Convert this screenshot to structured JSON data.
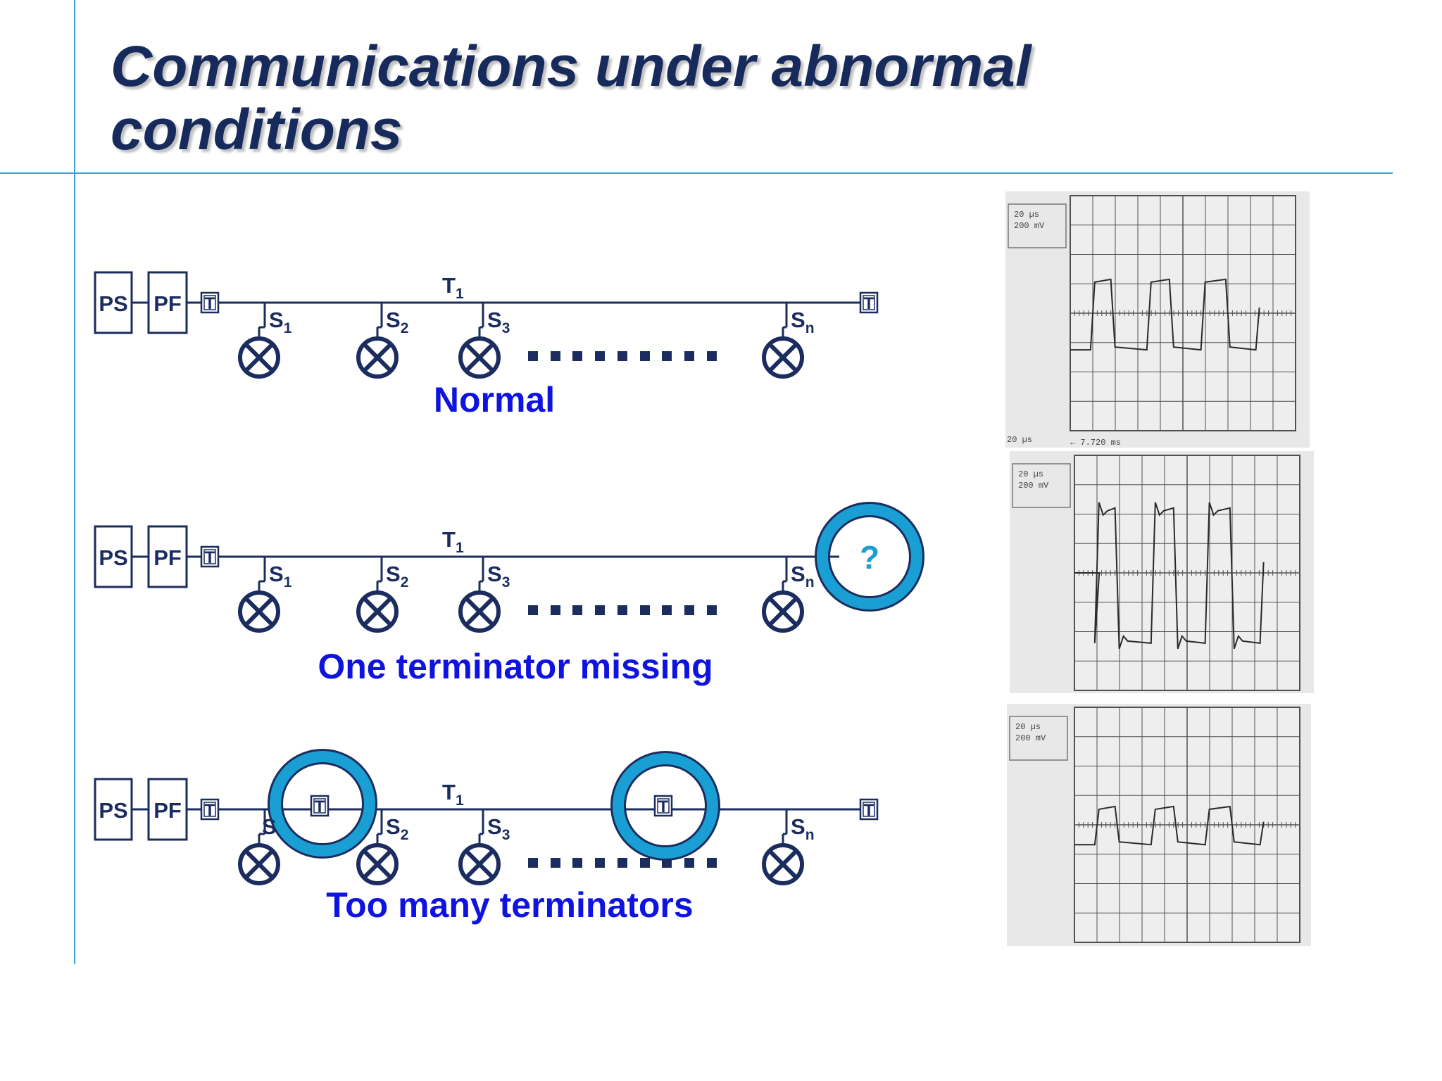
{
  "title_lines": [
    "Communications under abnormal",
    "conditions"
  ],
  "colors": {
    "navy": "#1b2d5e",
    "accent": "#1a9fd4",
    "caption": "#0f13e0",
    "rule": "#3ba3d0",
    "scope_bg": "#e8e8e8",
    "scope_grid": "#505050",
    "trace": "#2a2a2a"
  },
  "labels": {
    "ps": "PS",
    "pf": "PF",
    "terminator": "T",
    "trunk": "T",
    "trunk_sub": "1",
    "station": "S",
    "station_subs": [
      "1",
      "2",
      "3",
      "n"
    ],
    "question": "?"
  },
  "diagrams": [
    {
      "caption": "Normal",
      "condition": "normal"
    },
    {
      "caption": "One terminator missing",
      "condition": "missing-terminator"
    },
    {
      "caption": "Too many terminators",
      "condition": "extra-terminators"
    }
  ],
  "oscilloscopes": [
    {
      "timebase": "20 µs",
      "volts": "200 mV",
      "footer_left": "20 µs",
      "footer_right": "← 7.720 ms",
      "waveform": "clean square wave",
      "amplitude_divs": 2.4
    },
    {
      "timebase": "20 µs",
      "volts": "200 mV",
      "footer_left": "",
      "footer_right": "",
      "waveform": "square wave with overshoot and ringing",
      "amplitude_divs": 4.6
    },
    {
      "timebase": "20 µs",
      "volts": "200 mV",
      "footer_left": "",
      "footer_right": "",
      "waveform": "reduced-amplitude square wave",
      "amplitude_divs": 1.3
    }
  ]
}
